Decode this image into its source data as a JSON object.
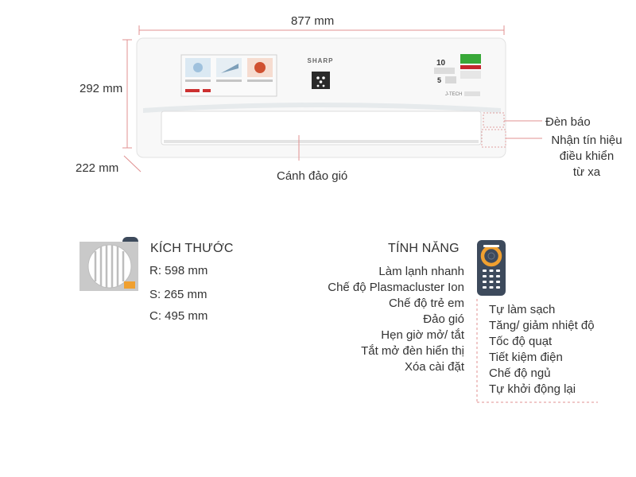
{
  "product": {
    "brand": "SHARP",
    "badge_text": "J-TECH",
    "energy_number": "10",
    "energy_stars": "5"
  },
  "dimensions_diagram": {
    "width": "877 mm",
    "height": "292 mm",
    "depth": "222 mm",
    "indicator_light": "Đèn báo",
    "remote_receiver_lines": [
      "Nhận tín hiệu",
      "điều khiển",
      "từ xa"
    ],
    "louver": "Cánh đảo gió"
  },
  "outdoor_unit": {
    "heading": "KÍCH THƯỚC",
    "sizes": [
      "R: 598 mm",
      "S: 265 mm",
      "C: 495 mm"
    ]
  },
  "features": {
    "heading": "TÍNH NĂNG",
    "unit_features": [
      "Làm lạnh nhanh",
      "Chế độ Plasmacluster Ion",
      "Chế độ trẻ em",
      "Đảo gió",
      "Hẹn giờ mở/ tắt",
      "Tắt mở đèn hiển thị",
      "Xóa cài đặt"
    ],
    "remote_features": [
      "Tự làm sạch",
      "Tăng/ giảm nhiệt độ",
      "Tốc độ quạt",
      "Tiết kiệm điện",
      "Chế độ ngủ",
      "Tự khởi động lại"
    ]
  },
  "colors": {
    "dimension_line": "#e09090",
    "accent_orange": "#f0a030",
    "remote_body": "#3d4a5c",
    "unit_body": "#f7f7f7",
    "text": "#333333"
  }
}
